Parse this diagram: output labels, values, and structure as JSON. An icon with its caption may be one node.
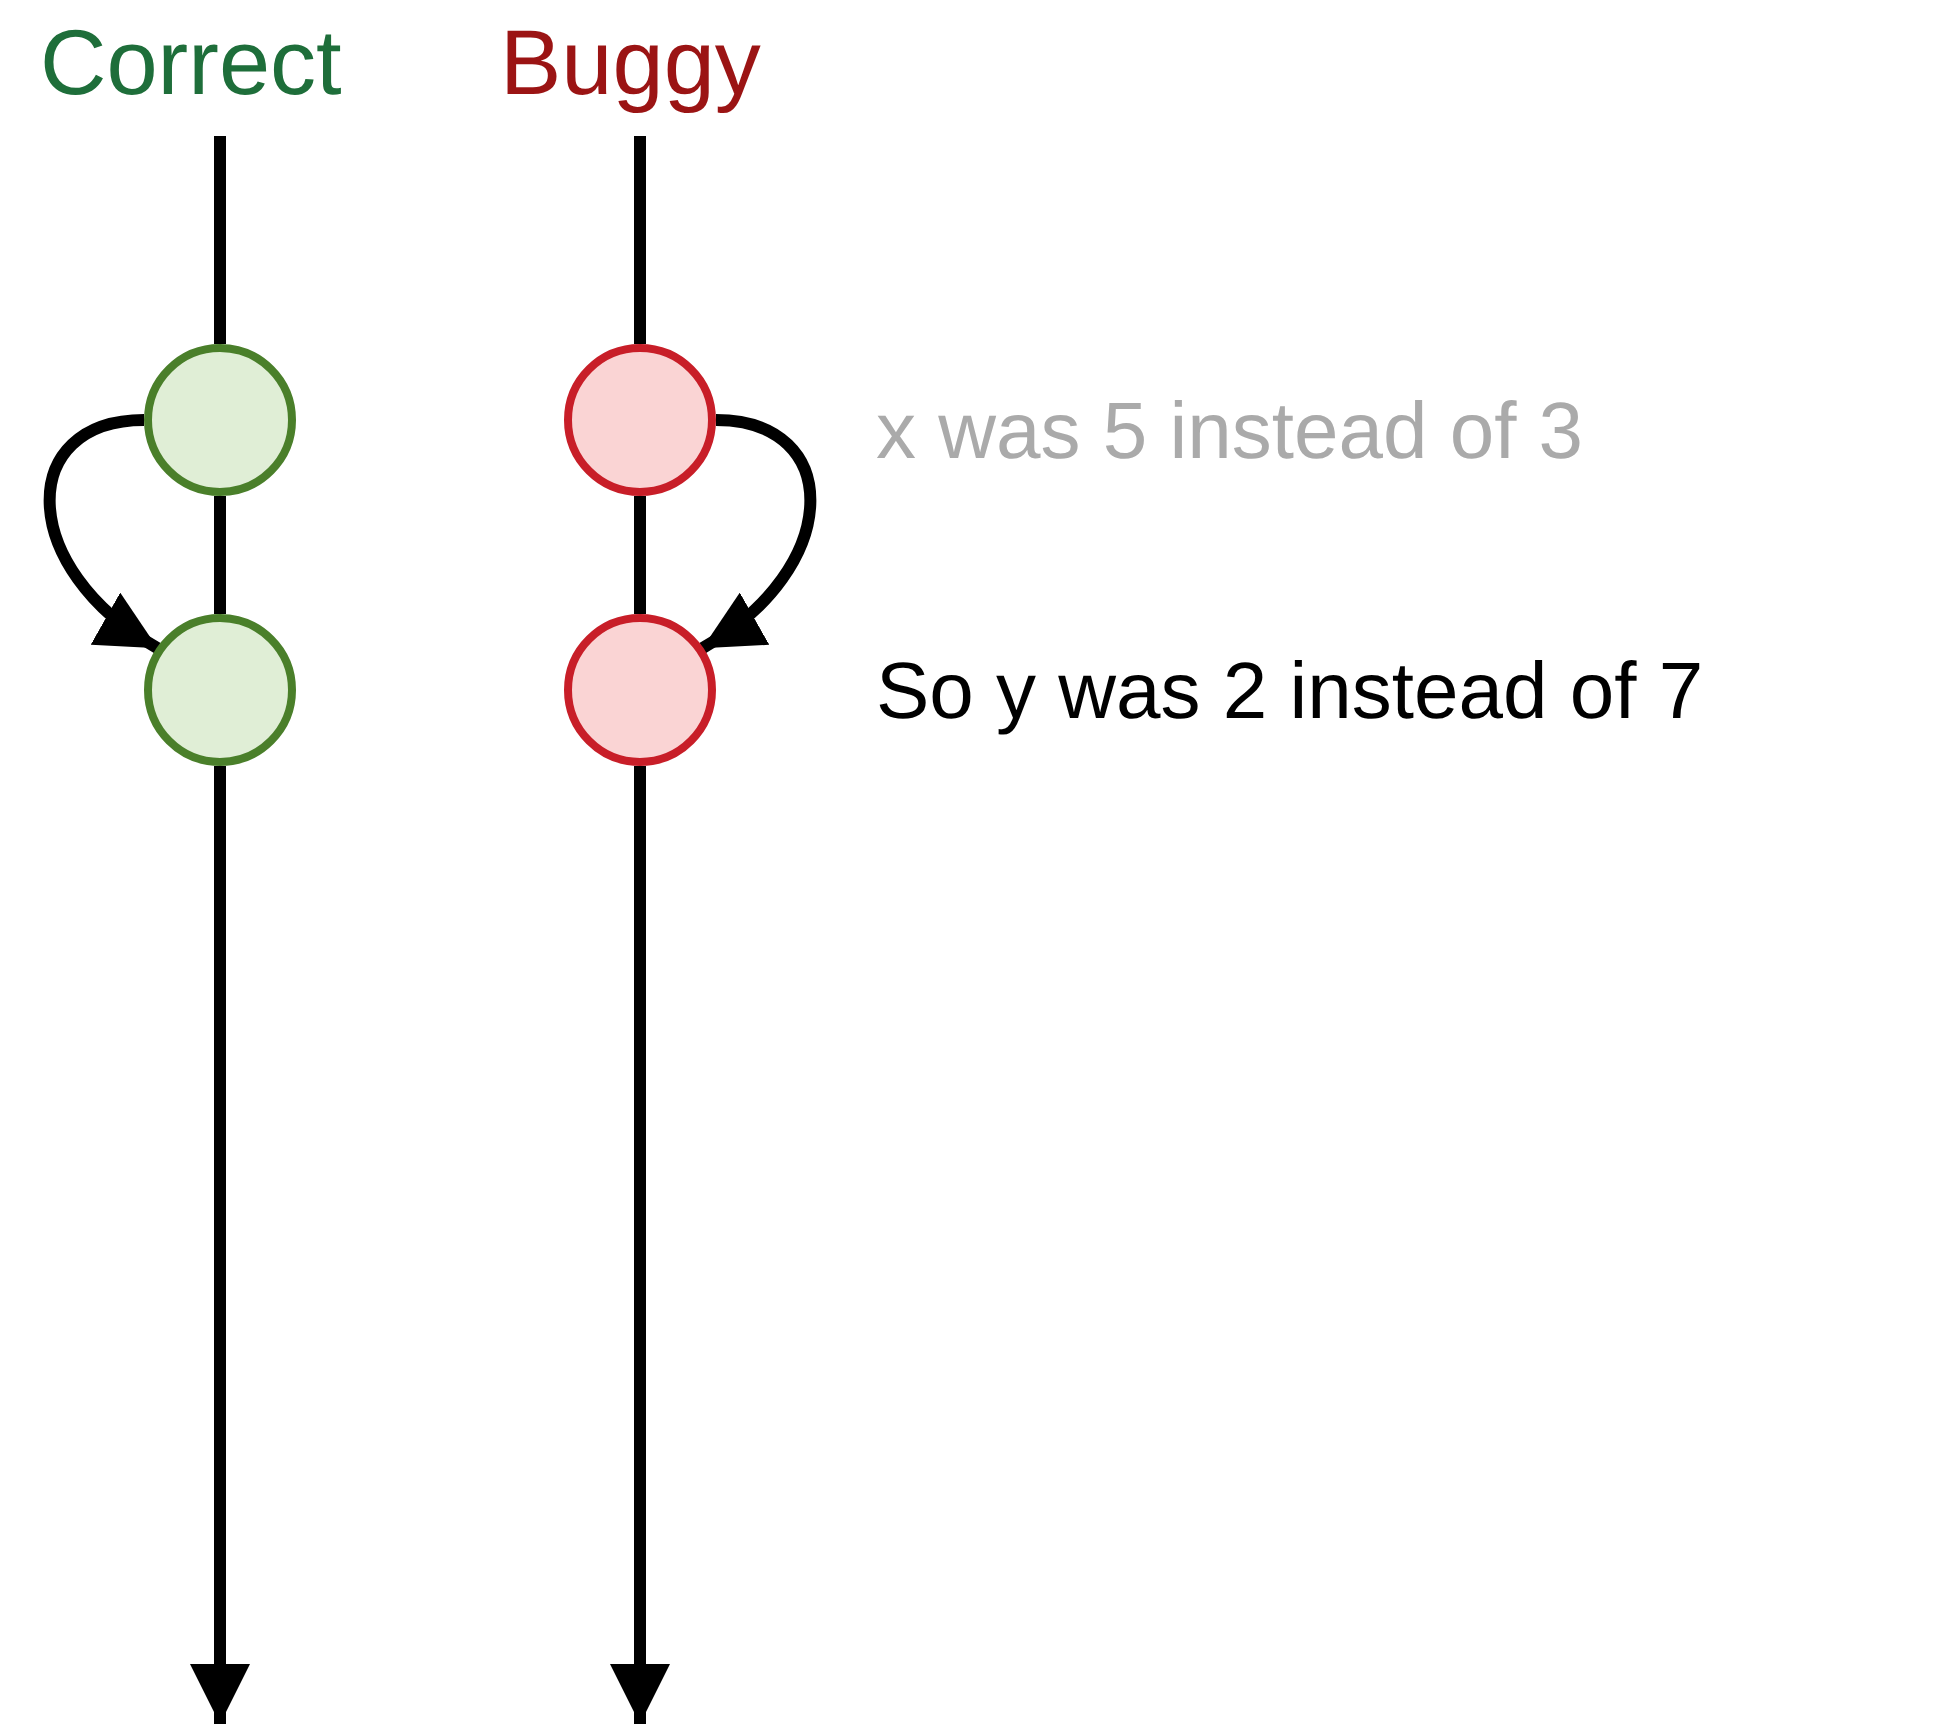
{
  "diagram": {
    "nodes": [
      {
        "text": [
          "Correct"
        ]
      },
      {
        "text": [],
        "shape": "circle"
      },
      {
        "text": [],
        "shape": "circle"
      },
      {
        "text": [
          "Buggy"
        ]
      },
      {
        "text": [],
        "shape": "circle",
        "beside": [
          "x was 5 instead of 3"
        ]
      },
      {
        "text": [],
        "shape": "circle",
        "beside": [
          "So y was 2 instead of 7"
        ]
      }
    ],
    "edges": [
      {
        "from": 0,
        "to": 1,
        "arrow": "none"
      },
      {
        "from": 1,
        "to": 2,
        "arrow": "none"
      },
      {
        "from": 2,
        "to": null,
        "arrow": "to"
      },
      {
        "from": 1,
        "to": 2,
        "arrow": "to"
      },
      {
        "from": 3,
        "to": 4,
        "arrow": "none"
      },
      {
        "from": 4,
        "to": 5,
        "arrow": "none"
      },
      {
        "from": 5,
        "to": null,
        "arrow": "to"
      },
      {
        "from": 4,
        "to": 5,
        "arrow": "to"
      }
    ]
  }
}
